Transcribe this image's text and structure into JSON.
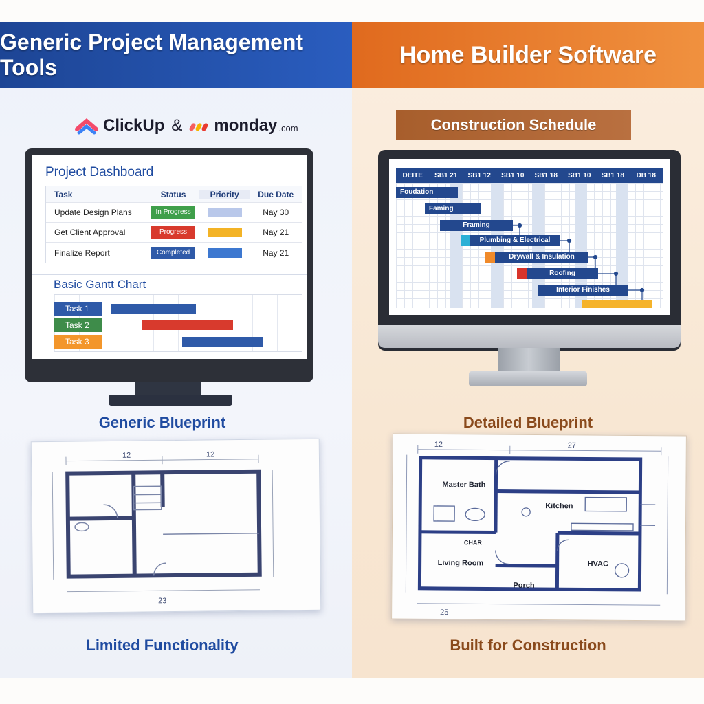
{
  "left": {
    "banner": "Generic Project Management Tools",
    "brand_one": "ClickUp",
    "brand_amp": "&",
    "brand_two": "monday",
    "brand_two_suffix": ".com",
    "dashboard": {
      "title": "Project Dashboard",
      "headers": [
        "Task",
        "Status",
        "Priority",
        "Due Date"
      ],
      "rows": [
        {
          "task": "Update Design Plans",
          "status": "In Progress",
          "due": "Nay 30",
          "status_color": "#3f9f4a",
          "priority_color": "#b9c8ea"
        },
        {
          "task": "Get Client Approval",
          "status": "Progress",
          "due": "Nay 21",
          "status_color": "#d83a2d",
          "priority_color": "#f3b326"
        },
        {
          "task": "Finalize Report",
          "status": "Completed",
          "due": "Nay 21",
          "status_color": "#2f5aa8",
          "priority_color": "#3d78d0"
        }
      ]
    },
    "gantt": {
      "title": "Basic Gantt Chart",
      "tasks": [
        {
          "label": "Task 1",
          "color": "#2f5aa8"
        },
        {
          "label": "Task 2",
          "color": "#3e8c4a"
        },
        {
          "label": "Task 3",
          "color": "#f3962b"
        }
      ]
    },
    "blueprint_title": "Generic Blueprint",
    "blueprint_dims": [
      "12",
      "12",
      "23"
    ],
    "footer": "Limited Functionality"
  },
  "right": {
    "banner": "Home Builder Software",
    "schedule_title": "Construction Schedule",
    "schedule_header": [
      "DEITE",
      "SB1 21",
      "SB1 12",
      "SB1 10",
      "SB1 18",
      "SB1 10",
      "SB1 18",
      "DB 18"
    ],
    "tasks": [
      {
        "label": "Foudation"
      },
      {
        "label": "Faming"
      },
      {
        "label": "Framing"
      },
      {
        "label": "Plumbing & Electrical",
        "accent": "#2bb0d6"
      },
      {
        "label": "Drywall & Insulation",
        "accent": "#f08a2a"
      },
      {
        "label": "Roofing",
        "accent": "#d8342b"
      },
      {
        "label": "Interior Finishes"
      }
    ],
    "blueprint_title": "Detailed Blueprint",
    "rooms": [
      "Master Bath",
      "Kitchen",
      "Living Room",
      "HVAC",
      "Porch",
      "CHAR"
    ],
    "blueprint_dims": [
      "12",
      "27",
      "25"
    ],
    "footer": "Built for Construction"
  },
  "colors": {
    "blue_primary": "#1f4ba0",
    "orange_primary": "#e37a2a",
    "brown_text": "#8a4a1c"
  }
}
